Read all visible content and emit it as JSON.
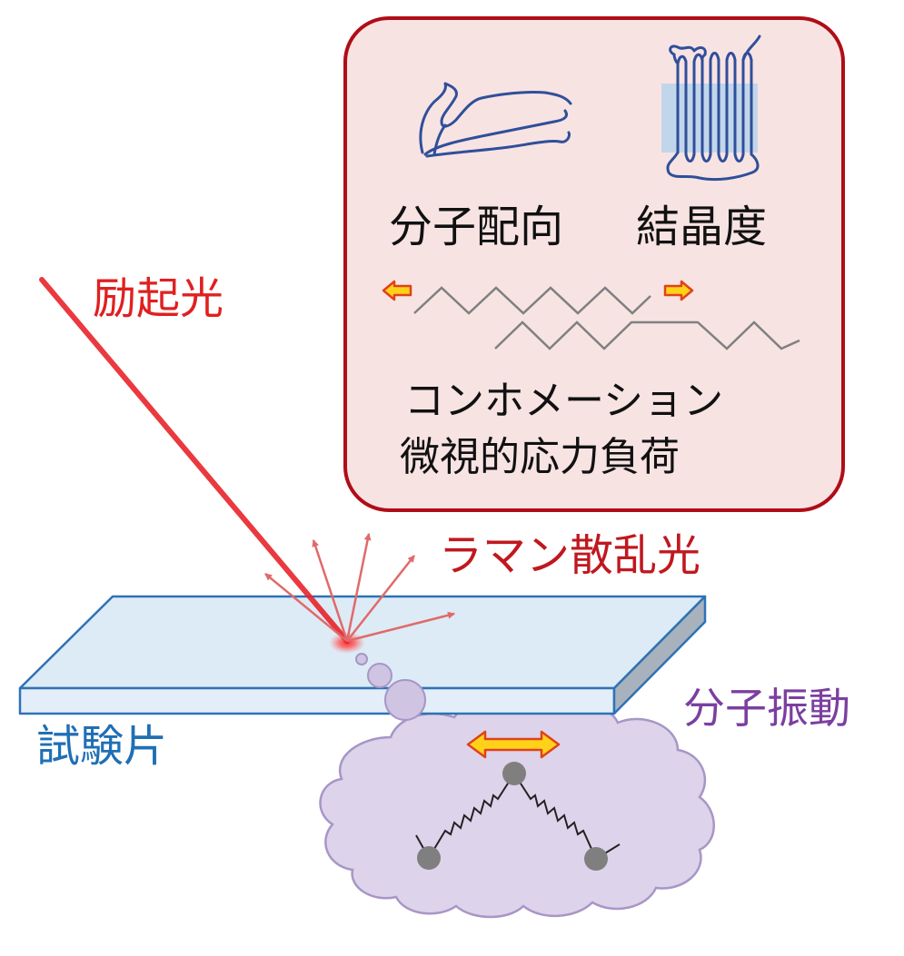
{
  "labels": {
    "excitation_light": "励起光",
    "raman_scattered_light": "ラマン散乱光",
    "specimen": "試験片",
    "molecular_vibration": "分子振動",
    "molecular_orientation": "分子配向",
    "crystallinity": "結晶度",
    "conformation": "コンホメーション",
    "micro_stress": "微視的応力負荷"
  },
  "colors": {
    "panel_border": "#b00d16",
    "panel_fill": "#f8e3e3",
    "laser": "#e8242b",
    "excitation_text": "#e02020",
    "raman_text": "#c0181f",
    "specimen_text": "#1f6fb5",
    "vibration_text": "#7b3fa0",
    "specimen_top": "#ddebf6",
    "specimen_edge": "#2e72b6",
    "cloud_fill": "#ddd3ea",
    "cloud_stroke": "#a796c6",
    "chain": "#2f4f9a",
    "zigzag": "#808080",
    "arrow_fill": "#ffd21a",
    "arrow_stroke": "#e0421a"
  },
  "icons": [
    "laser-beam",
    "scatter-arrows",
    "bubbles",
    "molecule-springs",
    "double-arrow",
    "chain-glyph",
    "crystal-lamella-glyph"
  ]
}
